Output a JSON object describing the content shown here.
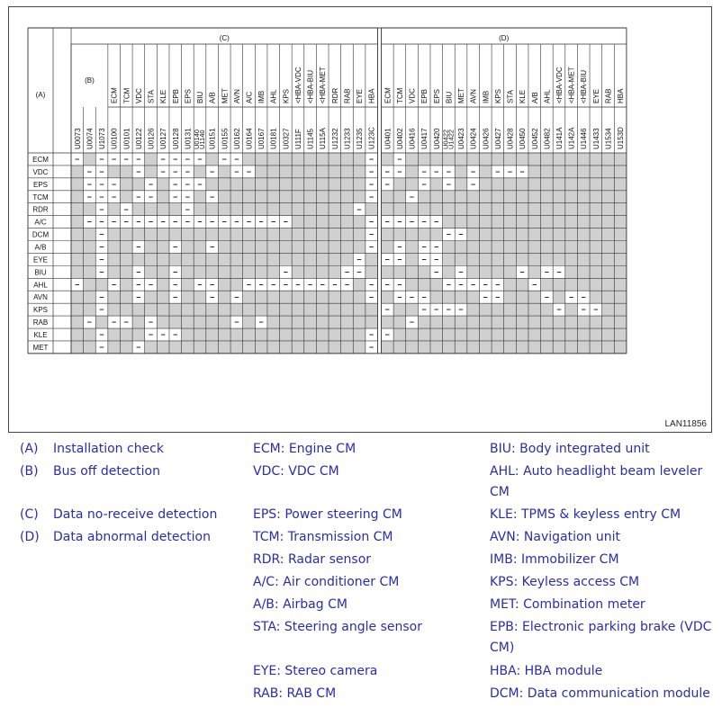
{
  "figure_id": "LAN11856",
  "matrix": {
    "corner_label": "(A)",
    "group_c_label": "(C)",
    "group_d_label": "(D)",
    "bus_off_label": "(B)",
    "group_c": [
      {
        "unit": "",
        "codes": [
          "U0073"
        ]
      },
      {
        "unit": "",
        "codes": [
          "U0074"
        ]
      },
      {
        "unit": "",
        "codes": [
          "U1073"
        ]
      },
      {
        "unit": "ECM",
        "codes": [
          "U0100"
        ]
      },
      {
        "unit": "TCM",
        "codes": [
          "U0101"
        ]
      },
      {
        "unit": "VDC",
        "codes": [
          "U0122"
        ]
      },
      {
        "unit": "STA",
        "codes": [
          "U0126"
        ]
      },
      {
        "unit": "KLE",
        "codes": [
          "U0127"
        ]
      },
      {
        "unit": "EPB",
        "codes": [
          "U0128"
        ]
      },
      {
        "unit": "EPS",
        "codes": [
          "U0131"
        ]
      },
      {
        "unit": "BIU",
        "codes": [
          "U0140",
          "U1140"
        ]
      },
      {
        "unit": "A/B",
        "codes": [
          "U0151"
        ]
      },
      {
        "unit": "MET",
        "codes": [
          "U0155"
        ]
      },
      {
        "unit": "AVN",
        "codes": [
          "U0162"
        ]
      },
      {
        "unit": "A/C",
        "codes": [
          "U0164"
        ]
      },
      {
        "unit": "IMB",
        "codes": [
          "U0167"
        ]
      },
      {
        "unit": "AHL",
        "codes": [
          "U0181"
        ]
      },
      {
        "unit": "KPS",
        "codes": [
          "U0327"
        ]
      },
      {
        "unit": "<HBA-VDC",
        "codes": [
          "U111F"
        ]
      },
      {
        "unit": "<HBA-BIU",
        "codes": [
          "U1145"
        ]
      },
      {
        "unit": "<HBA-MET",
        "codes": [
          "U115A"
        ]
      },
      {
        "unit": "RDR",
        "codes": [
          "U1232"
        ]
      },
      {
        "unit": "RAB",
        "codes": [
          "U1233"
        ]
      },
      {
        "unit": "EYE",
        "codes": [
          "U1235"
        ]
      },
      {
        "unit": "HBA",
        "codes": [
          "U123C"
        ]
      }
    ],
    "group_d": [
      {
        "unit": "ECM",
        "codes": [
          "U0401"
        ]
      },
      {
        "unit": "TCM",
        "codes": [
          "U0402"
        ]
      },
      {
        "unit": "VDC",
        "codes": [
          "U0416"
        ]
      },
      {
        "unit": "EPB",
        "codes": [
          "U0417"
        ]
      },
      {
        "unit": "EPS",
        "codes": [
          "U0420"
        ]
      },
      {
        "unit": "BIU",
        "codes": [
          "U0422",
          "U1422"
        ]
      },
      {
        "unit": "MET",
        "codes": [
          "U0423"
        ]
      },
      {
        "unit": "AVN",
        "codes": [
          "U0424"
        ]
      },
      {
        "unit": "IMB",
        "codes": [
          "U0426"
        ]
      },
      {
        "unit": "KPS",
        "codes": [
          "U0427"
        ]
      },
      {
        "unit": "STA",
        "codes": [
          "U0428"
        ]
      },
      {
        "unit": "KLE",
        "codes": [
          "U0450"
        ]
      },
      {
        "unit": "A/B",
        "codes": [
          "U0452"
        ]
      },
      {
        "unit": "AHL",
        "codes": [
          "U0482"
        ]
      },
      {
        "unit": "<HBA-VDC",
        "codes": [
          "U141A"
        ]
      },
      {
        "unit": "<HBA-MET",
        "codes": [
          "U142A"
        ]
      },
      {
        "unit": "<HBA-BIU",
        "codes": [
          "U1446"
        ]
      },
      {
        "unit": "EYE",
        "codes": [
          "U1433"
        ]
      },
      {
        "unit": "RAB",
        "codes": [
          "U1534"
        ]
      },
      {
        "unit": "HBA",
        "codes": [
          "U153D"
        ]
      }
    ],
    "rows": [
      "ECM",
      "VDC",
      "EPS",
      "TCM",
      "RDR",
      "A/C",
      "DCM",
      "A/B",
      "EYE",
      "BIU",
      "AHL",
      "AVN",
      "KPS",
      "RAB",
      "KLE",
      "MET"
    ],
    "cell_legend": {
      "applicable": "–",
      "not_applicable": "",
      "not_applicable_color": "#d0d0d0"
    },
    "cells": [
      "-x----x----x--xxxxxxxxxx-x-xxxxxxxxxxxxxxxxxxxx",
      "x--xx-x---x-x--xxxxxxxxx---x---x-x---xxxxxxxxxx",
      "x---xx-x---xxxxxxxxxxxxx--xx-x-x-xxxxxxxxxxxxxx",
      "x---x--x--x-xxxxxxxxxxxx-xx-xxxxxxxxxxxxxxxxxxx",
      "xx-x-xxxx-xxxxxxxxxxxxx-xxxxxxxxxxxxxxxxxxxxxx",
      "x-----------------xxxxxx------xxxxxxxxxxxxxxxxxx",
      "xx-xxxxxxxxxxxxxxxxxxxxx-xxxxx--xxxxxxxxxxxxxxx",
      "xx-xx-xx-xx-xxxxxxxxxxxx-x-x--xxxxxxxxxxxxxxxxxx",
      "xx-xxxxxxxxxxxxxxxxxxxx-x--x--xxxxxxxxxxxxxxxxx",
      "xx-xx-xx-xxxxxxxx-xxxx--xxxxx-x-xxxx-x--xxxxxxx",
      "-xx-x--x-x--xx---------x---xxx-----xx-xxxxxxxxx",
      "xx-xx-xx-xx-x-xxxxxxxxxx-x---xxxx--xxx-x--xxxxx",
      "xx-xxxxxxxxxxxxxxxxxxxxxx-xx----xxxxxxx-x--xxxx",
      "x-x--x-xxxxxx-x-xxxxxxxxxxx-xxxxxxxxxxxxxxxxxx",
      "xx-xxx---xxxxxxxxxxxxxxx--xxxxxxxxxxxxxxxxxxxx",
      "xx-xx-xxxxxxxxxxxxxxxxxx-xxxxxxxxxxxxxxxxxxxxxx"
    ]
  },
  "legend": {
    "col1": [
      {
        "key": "(A)",
        "text": "Installation check"
      },
      {
        "key": "(B)",
        "text": "Bus off detection"
      },
      {
        "key": "(C)",
        "text": "Data no-receive detection"
      },
      {
        "key": "(D)",
        "text": "Data abnormal detection"
      }
    ],
    "col2": [
      "ECM: Engine CM",
      "VDC: VDC CM",
      "EPS: Power steering CM",
      "TCM: Transmission CM",
      "RDR: Radar sensor",
      "A/C: Air conditioner CM",
      "A/B: Airbag CM",
      "STA: Steering angle sensor",
      "EYE: Stereo camera",
      "RAB: RAB CM"
    ],
    "col3": [
      "BIU: Body integrated unit",
      "AHL: Auto headlight beam leveler",
      "CM",
      "KLE: TPMS & keyless entry CM",
      "AVN: Navigation unit",
      "IMB: Immobilizer CM",
      "KPS: Keyless access CM",
      "MET: Combination meter",
      "EPB: Electronic parking brake (VDC",
      "CM)",
      "HBA: HBA module",
      "DCM: Data communication module"
    ]
  }
}
